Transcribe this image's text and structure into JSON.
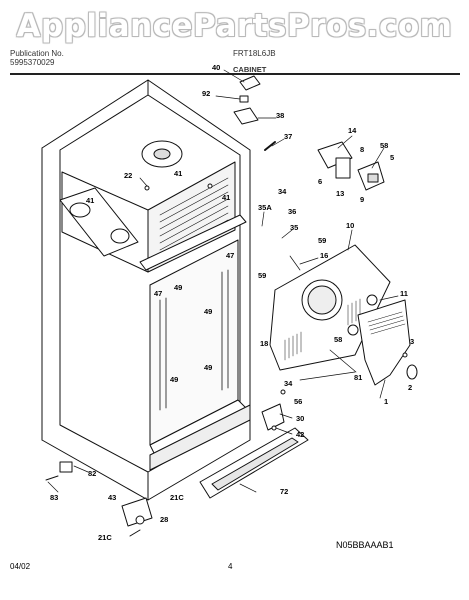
{
  "watermark": "AppliancePartsPros.com",
  "header": {
    "publication_label": "Publication No.",
    "publication_number": "5995370029",
    "model_label": "FRT18L6JB",
    "section_title": "CABINET"
  },
  "footer": {
    "date": "04/02",
    "page_number": "4",
    "diagram_code": "N05BBAAAB1"
  },
  "part_callouts": [
    "40",
    "92",
    "38",
    "37",
    "14",
    "58",
    "8",
    "5",
    "6",
    "13",
    "9",
    "22",
    "41",
    "41",
    "41",
    "34",
    "35A",
    "36",
    "35",
    "59",
    "10",
    "59",
    "16",
    "11",
    "47",
    "49",
    "47",
    "49",
    "18",
    "58",
    "3",
    "49",
    "2",
    "81",
    "1",
    "49",
    "34",
    "56",
    "30",
    "42",
    "82",
    "83",
    "21C",
    "72",
    "43",
    "28",
    "21C"
  ]
}
